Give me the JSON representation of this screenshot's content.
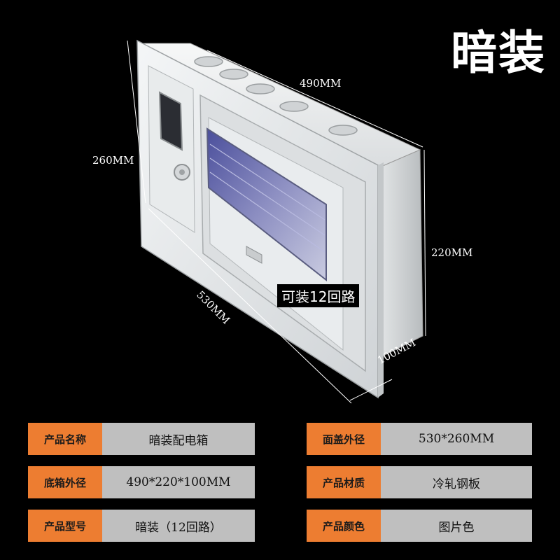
{
  "title": "暗装",
  "dimensions": {
    "top_width": "490MM",
    "left_height": "260MM",
    "right_height": "220MM",
    "bottom_width": "530MM",
    "depth": "100MM"
  },
  "circuit_label": "可装12回路",
  "colors": {
    "label_bg": "#ed7d31",
    "value_bg": "#bfbfbf",
    "background": "#000000"
  },
  "specs": [
    {
      "label": "产品名称",
      "value": "暗装配电箱"
    },
    {
      "label": "面盖外径",
      "value": "530*260MM"
    },
    {
      "label": "底箱外径",
      "value": "490*220*100MM"
    },
    {
      "label": "产品材质",
      "value": "冷轧钢板"
    },
    {
      "label": "产品型号",
      "value": "暗装（12回路）"
    },
    {
      "label": "产品颜色",
      "value": "图片色"
    }
  ]
}
